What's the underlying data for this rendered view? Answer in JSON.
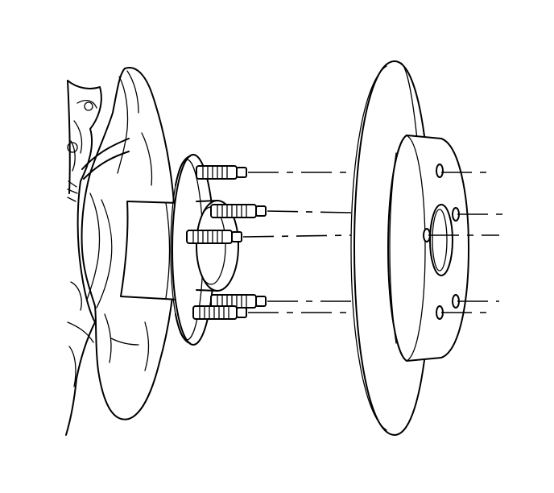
{
  "figure": {
    "parts": [
      {
        "id": "knuckle",
        "name": "steering-knuckle-illustration"
      },
      {
        "id": "shield",
        "name": "splash-shield-illustration"
      },
      {
        "id": "hub",
        "name": "wheel-hub-flange-illustration"
      },
      {
        "id": "studs",
        "name": "wheel-stud-illustration",
        "count": 5
      },
      {
        "id": "rotor",
        "name": "brake-rotor-illustration",
        "bolt_holes": 5
      },
      {
        "id": "alignment",
        "name": "stud-alignment-centerline",
        "count": 5
      }
    ],
    "colors": {
      "line": "#000000",
      "background": "#ffffff"
    }
  }
}
